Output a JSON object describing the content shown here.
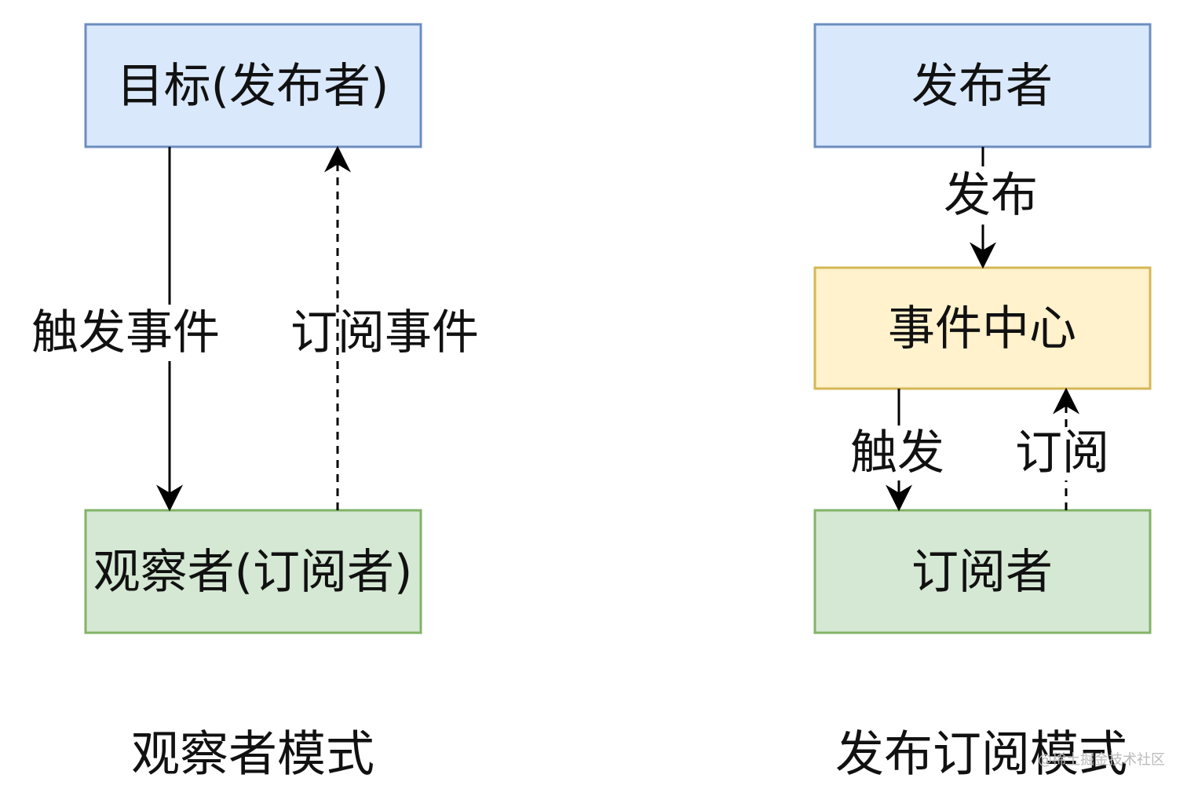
{
  "colors": {
    "blue_fill": "#dae8fc",
    "blue_stroke": "#6c8ebf",
    "green_fill": "#d5e8d4",
    "green_stroke": "#82b366",
    "yellow_fill": "#fff2cc",
    "yellow_stroke": "#d6b656",
    "line": "#000000"
  },
  "observer": {
    "subject_label": "目标(发布者)",
    "observer_label": "观察者(订阅者)",
    "trigger_label": "触发事件",
    "subscribe_label": "订阅事件",
    "caption": "观察者模式"
  },
  "pubsub": {
    "publisher_label": "发布者",
    "event_center_label": "事件中心",
    "subscriber_label": "订阅者",
    "publish_label": "发布",
    "trigger_label": "触发",
    "subscribe_label": "订阅",
    "caption": "发布订阅模式"
  },
  "watermark": "@稀土掘金技术社区"
}
